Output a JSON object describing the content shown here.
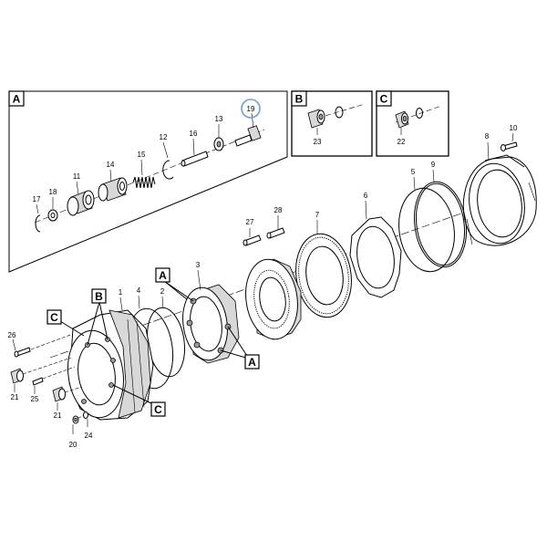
{
  "highlight_color": "#6f9fd0",
  "detail_views": {
    "A": {
      "letter": "A"
    },
    "B": {
      "letter": "B"
    },
    "C": {
      "letter": "C"
    }
  },
  "callouts": {
    "A_top": "A",
    "A_bottom": "A",
    "B_main": "B",
    "C_left": "C",
    "C_bottom": "C"
  },
  "parts": {
    "p1": "1",
    "p2": "2",
    "p3": "3",
    "p4": "4",
    "p5": "5",
    "p6": "6",
    "p7": "7",
    "p8": "8",
    "p9": "9",
    "p10": "10",
    "p11": "11",
    "p12": "12",
    "p13": "13",
    "p14": "14",
    "p15": "15",
    "p16": "16",
    "p17": "17",
    "p18": "18",
    "p19": "19",
    "p20": "20",
    "p21a": "21",
    "p21b": "21",
    "p22": "22",
    "p23": "23",
    "p24": "24",
    "p25": "25",
    "p26": "26",
    "p27": "27",
    "p28": "28"
  }
}
